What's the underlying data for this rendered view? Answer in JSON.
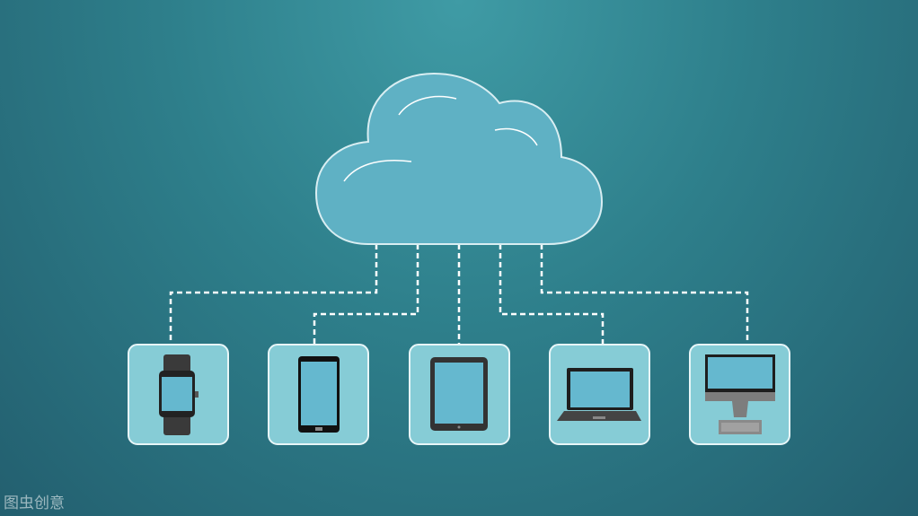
{
  "watermark": "图虫创意",
  "colors": {
    "cloud": "#5fb1c4",
    "card": "#86ccd6",
    "screen": "#65b8cf",
    "device": "#2f2f2f"
  },
  "devices": [
    {
      "name": "smartwatch"
    },
    {
      "name": "smartphone"
    },
    {
      "name": "tablet"
    },
    {
      "name": "laptop"
    },
    {
      "name": "desktop"
    }
  ]
}
